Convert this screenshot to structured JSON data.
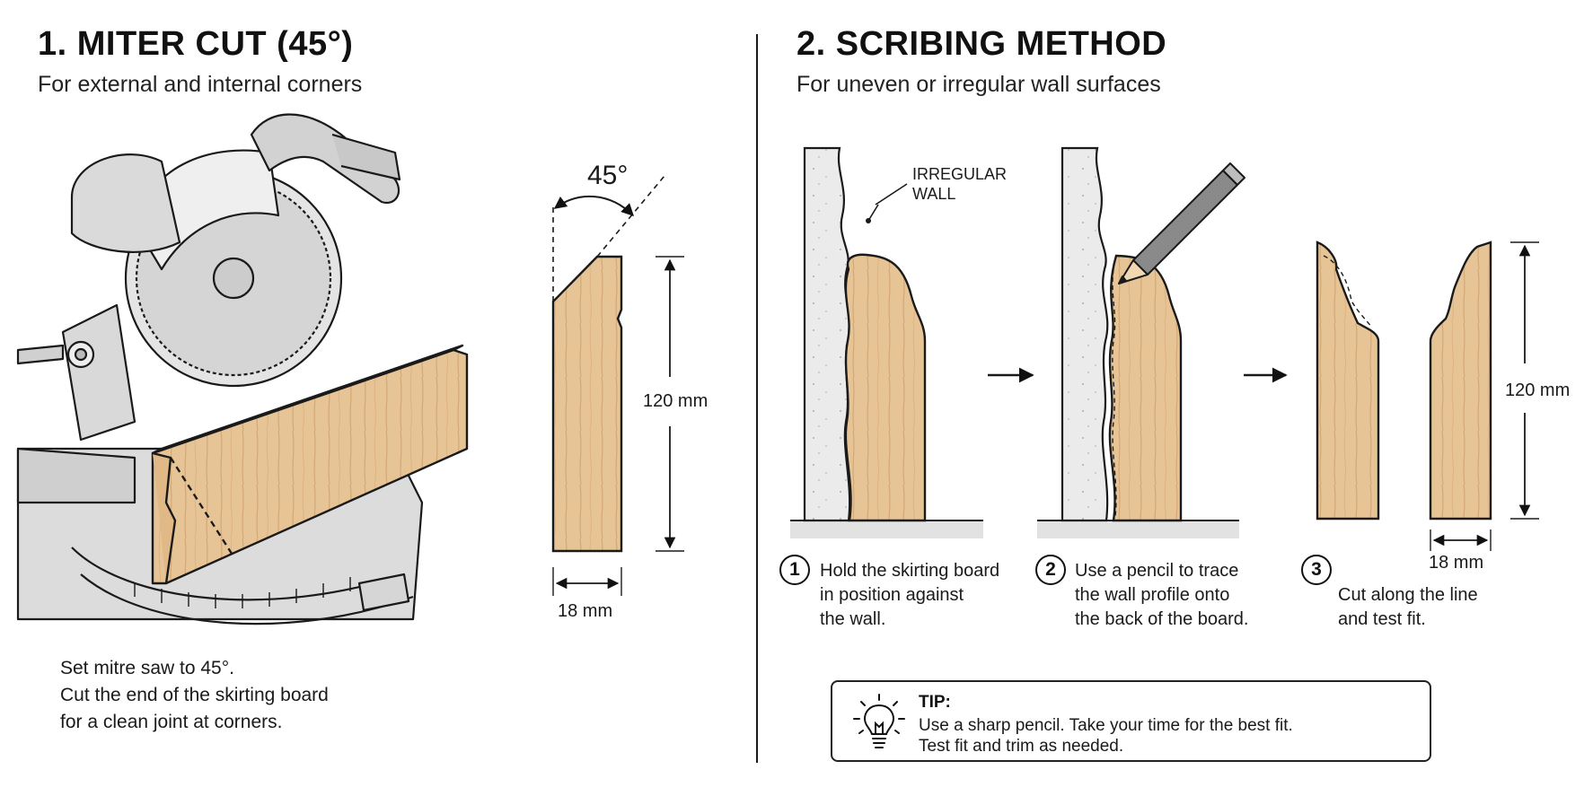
{
  "section1": {
    "title": "1. MITER CUT (45°)",
    "subtitle": "For external and internal corners",
    "angle_label": "45°",
    "height_label": "120 mm",
    "width_label": "18 mm",
    "caption": [
      "Set mitre saw to 45°.",
      "Cut the end of the skirting board",
      "for a clean joint at corners."
    ]
  },
  "section2": {
    "title": "2. SCRIBING METHOD",
    "subtitle": "For uneven or irregular wall surfaces",
    "wall_label": [
      "IRREGULAR",
      "WALL"
    ],
    "height_label": "120 mm",
    "width_label": "18 mm",
    "steps": [
      {
        "number": "1",
        "lines": [
          "Hold the skirting board",
          "in position against",
          "the wall."
        ]
      },
      {
        "number": "2",
        "lines": [
          "Use a pencil to trace",
          "the wall profile onto",
          "the back of the board."
        ]
      },
      {
        "number": "3",
        "lines": [
          "Cut along the line",
          "and test fit."
        ]
      }
    ]
  },
  "tip": {
    "heading": "TIP:",
    "lines": [
      "Use a sharp pencil. Take your time for the best fit.",
      "Test fit and trim as needed."
    ],
    "icon": "lightbulb-icon"
  },
  "colors": {
    "wood": "#e7c496",
    "wood_grain": "#c99a66",
    "wall": "#ebebeb",
    "ink": "#111111"
  }
}
